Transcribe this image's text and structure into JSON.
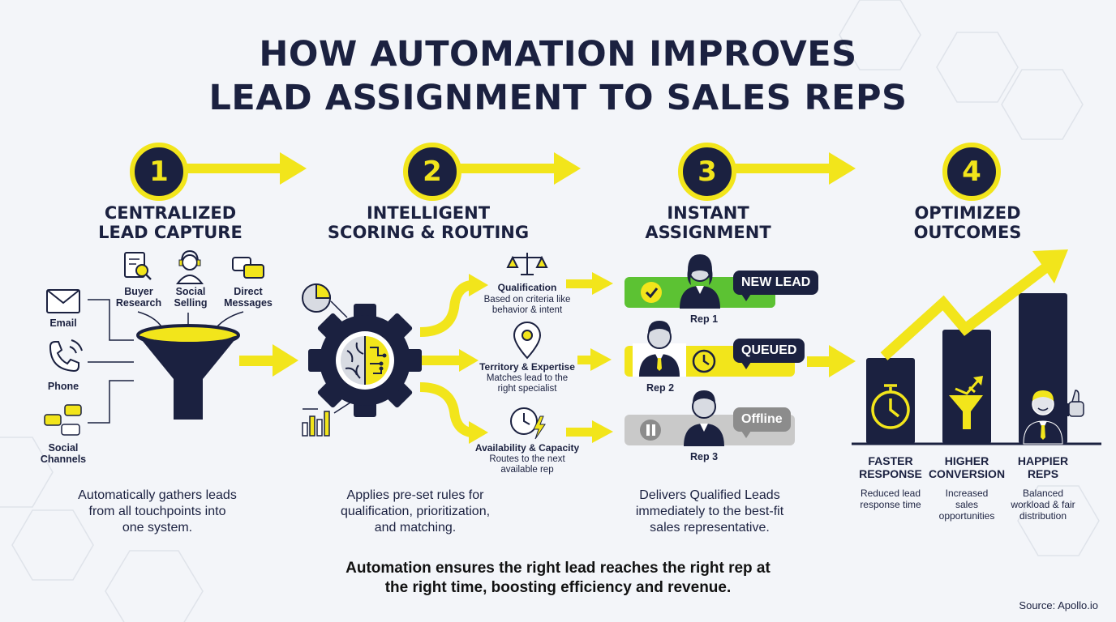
{
  "title": {
    "line1": "HOW AUTOMATION IMPROVES",
    "line2": "LEAD ASSIGNMENT TO SALES REPS"
  },
  "colors": {
    "navy": "#1b2140",
    "yellow": "#f2e51b",
    "green": "#5cc233",
    "gray": "#c9c9c9",
    "background": "#f3f5f9"
  },
  "steps": [
    {
      "number": "1",
      "title_line1": "CENTRALIZED",
      "title_line2": "LEAD CAPTURE"
    },
    {
      "number": "2",
      "title_line1": "INTELLIGENT",
      "title_line2": "SCORING & ROUTING"
    },
    {
      "number": "3",
      "title_line1": "INSTANT",
      "title_line2": "ASSIGNMENT"
    },
    {
      "number": "4",
      "title_line1": "OPTIMIZED",
      "title_line2": "OUTCOMES"
    }
  ],
  "sources": [
    {
      "icon": "email-icon",
      "label": "Email"
    },
    {
      "icon": "phone-icon",
      "label": "Phone"
    },
    {
      "icon": "chat-bubbles-icon",
      "label_line1": "Social",
      "label_line2": "Channels"
    },
    {
      "icon": "document-search-icon",
      "label_line1": "Buyer",
      "label_line2": "Research"
    },
    {
      "icon": "headset-user-icon",
      "label_line1": "Social",
      "label_line2": "Selling"
    },
    {
      "icon": "messages-icon",
      "label_line1": "Direct",
      "label_line2": "Messages"
    }
  ],
  "criteria": [
    {
      "icon": "scales-icon",
      "title": "Qualification",
      "desc_line1": "Based on criteria like",
      "desc_line2": "behavior & intent"
    },
    {
      "icon": "location-pin-icon",
      "title": "Territory & Expertise",
      "desc_line1": "Matches lead to the",
      "desc_line2": "right specialist"
    },
    {
      "icon": "clock-lightning-icon",
      "title": "Availability & Capacity",
      "desc_line1": "Routes to the next",
      "desc_line2": "available rep"
    }
  ],
  "reps": [
    {
      "name": "Rep 1",
      "status": "NEW LEAD",
      "status_color": "#5cc233"
    },
    {
      "name": "Rep 2",
      "status": "QUEUED",
      "status_color": "#f2e51b"
    },
    {
      "name": "Rep 3",
      "status": "Offline",
      "status_color": "#c9c9c9"
    }
  ],
  "outcomes": [
    {
      "icon": "stopwatch-icon",
      "title_line1": "FASTER",
      "title_line2": "RESPONSE",
      "desc_line1": "Reduced lead",
      "desc_line2": "response time",
      "desc_line3": ""
    },
    {
      "icon": "funnel-arrow-icon",
      "title_line1": "HIGHER",
      "title_line2": "CONVERSION",
      "desc_line1": "Increased",
      "desc_line2": "sales",
      "desc_line3": "opportunities"
    },
    {
      "icon": "happy-rep-icon",
      "title_line1": "HAPPIER",
      "title_line2": "REPS",
      "desc_line1": "Balanced",
      "desc_line2": "workload & fair",
      "desc_line3": "distribution"
    }
  ],
  "descriptions": [
    {
      "line1": "Automatically gathers leads",
      "line2": "from all touchpoints into",
      "line3": "one system."
    },
    {
      "line1": "Applies pre-set rules for",
      "line2": "qualification, prioritization,",
      "line3": "and matching."
    },
    {
      "line1": "Delivers Qualified Leads",
      "line2": "immediately to the best-fit",
      "line3": "sales representative."
    }
  ],
  "conclusion": {
    "line1": "Automation ensures the right lead reaches the right rep at",
    "line2": "the right time, boosting efficiency and revenue."
  },
  "source": "Source: Apollo.io"
}
